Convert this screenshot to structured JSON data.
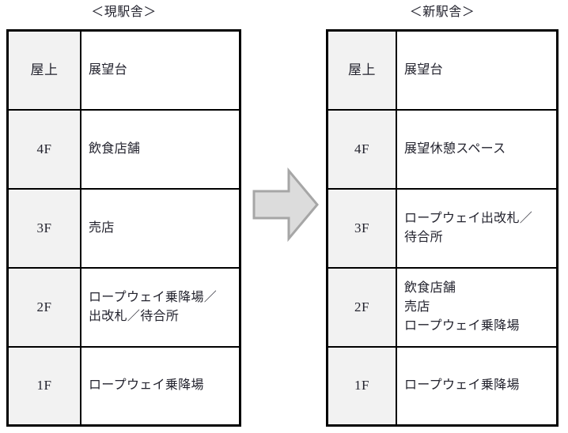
{
  "diagram": {
    "arrow": {
      "name": "rightward-transition-arrow",
      "direction": "right",
      "fill_color": "#dcdcdc",
      "stroke_color": "#a6a6a6"
    },
    "style": {
      "border_color": "#000000",
      "label_cell_background": "#f2f2f2",
      "content_cell_background": "#ffffff",
      "text_color": "#23232e"
    },
    "tables": [
      {
        "id": "old-station",
        "caption": "＜現駅舎＞",
        "rows": [
          {
            "floor": "屋上",
            "lines": [
              "展望台"
            ]
          },
          {
            "floor": "4F",
            "lines": [
              "飲食店舗"
            ]
          },
          {
            "floor": "3F",
            "lines": [
              "売店"
            ]
          },
          {
            "floor": "2F",
            "lines": [
              "ロープウェイ乗降場／",
              "出改札／待合所"
            ]
          },
          {
            "floor": "1F",
            "lines": [
              "ロープウェイ乗降場"
            ]
          }
        ]
      },
      {
        "id": "new-station",
        "caption": "＜新駅舎＞",
        "rows": [
          {
            "floor": "屋上",
            "lines": [
              "展望台"
            ]
          },
          {
            "floor": "4F",
            "lines": [
              "展望休憩スペース"
            ]
          },
          {
            "floor": "3F",
            "lines": [
              "ロープウェイ出改札／",
              "待合所"
            ]
          },
          {
            "floor": "2F",
            "lines": [
              "飲食店舗",
              "売店",
              "ロープウェイ乗降場"
            ]
          },
          {
            "floor": "1F",
            "lines": [
              "ロープウェイ乗降場"
            ]
          }
        ]
      }
    ]
  }
}
